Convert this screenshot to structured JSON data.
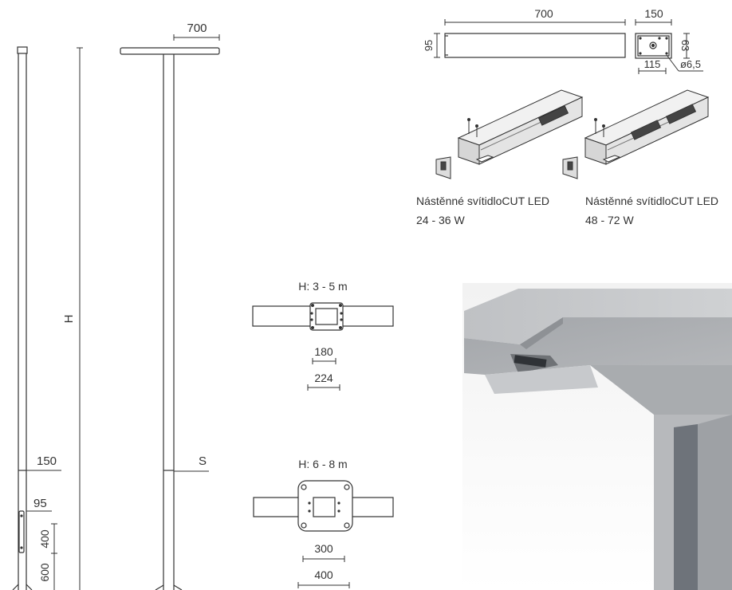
{
  "dimensions": {
    "arm_width": "700",
    "pole_top": "150",
    "pole_bottom_text": "S",
    "height": "H",
    "door_width": "95",
    "door_height": "400",
    "door_base": "600",
    "fixture_length": "700",
    "fixture_height": "95",
    "bracket_width": "150",
    "bracket_depth": "63",
    "hole_spacing": "115",
    "hole_diameter": "ø6,5",
    "small_plate_inner": "180",
    "small_plate_outer": "224",
    "large_plate_inner": "300",
    "large_plate_outer": "400"
  },
  "plates": {
    "small_title": "H: 3 - 5 m",
    "large_title": "H: 6 - 8 m"
  },
  "captions": {
    "left_line1": "Nástěnné svítidloCUT LED",
    "left_line2": "24 - 36 W",
    "right_line1": "Nástěnné svítidloCUT LED",
    "right_line2": "48 - 72 W"
  }
}
